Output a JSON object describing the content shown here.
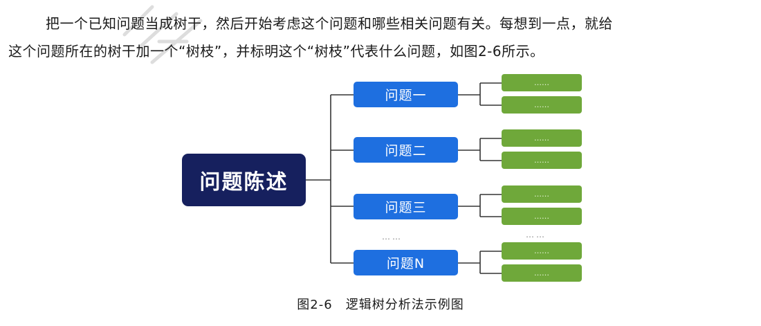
{
  "paragraph": {
    "line1": "把一个已知问题当成树干，然后开始考虑这个问题和哪些相关问题有关。每想到一点，就给",
    "line2": "这个问题所在的树干加一个“树枝”，并标明这个“树枝”代表什么问题，如图2-6所示。"
  },
  "diagram": {
    "root": "问题陈述",
    "questions": [
      "问题一",
      "问题二",
      "问题三",
      "问题N"
    ],
    "leaf_text": "……",
    "ellipsis": "……",
    "colors": {
      "root": "#16205e",
      "question": "#1e6fe0",
      "leaf": "#6fa83a",
      "connector": "#333333"
    }
  },
  "caption": "图2-6　逻辑树分析法示例图"
}
